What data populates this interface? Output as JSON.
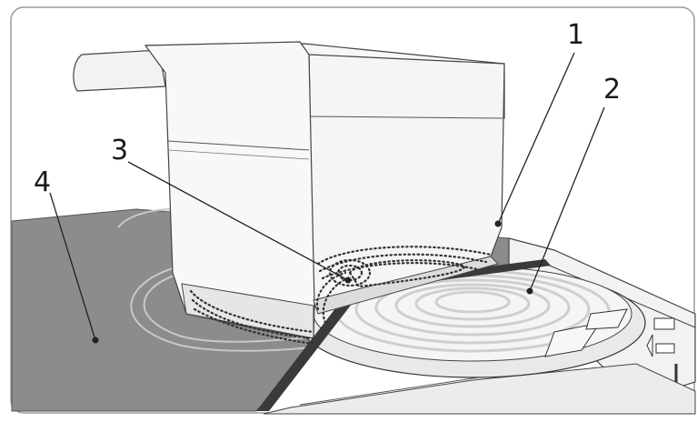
{
  "callouts": [
    {
      "id": "1",
      "label": "1"
    },
    {
      "id": "2",
      "label": "2"
    },
    {
      "id": "3",
      "label": "3"
    },
    {
      "id": "4",
      "label": "4"
    }
  ],
  "colors": {
    "frame": "#9a9a9a",
    "background": "#ffffff",
    "hob_surface": "#8c8c8c",
    "hob_edge": "#555555",
    "pan_body": "#f7f7f7",
    "line": "#222222",
    "coil": "#d9d9d9"
  },
  "icons": [
    "pan-illustration",
    "induction-coil-illustration",
    "glass-ceramic-hob-illustration"
  ]
}
